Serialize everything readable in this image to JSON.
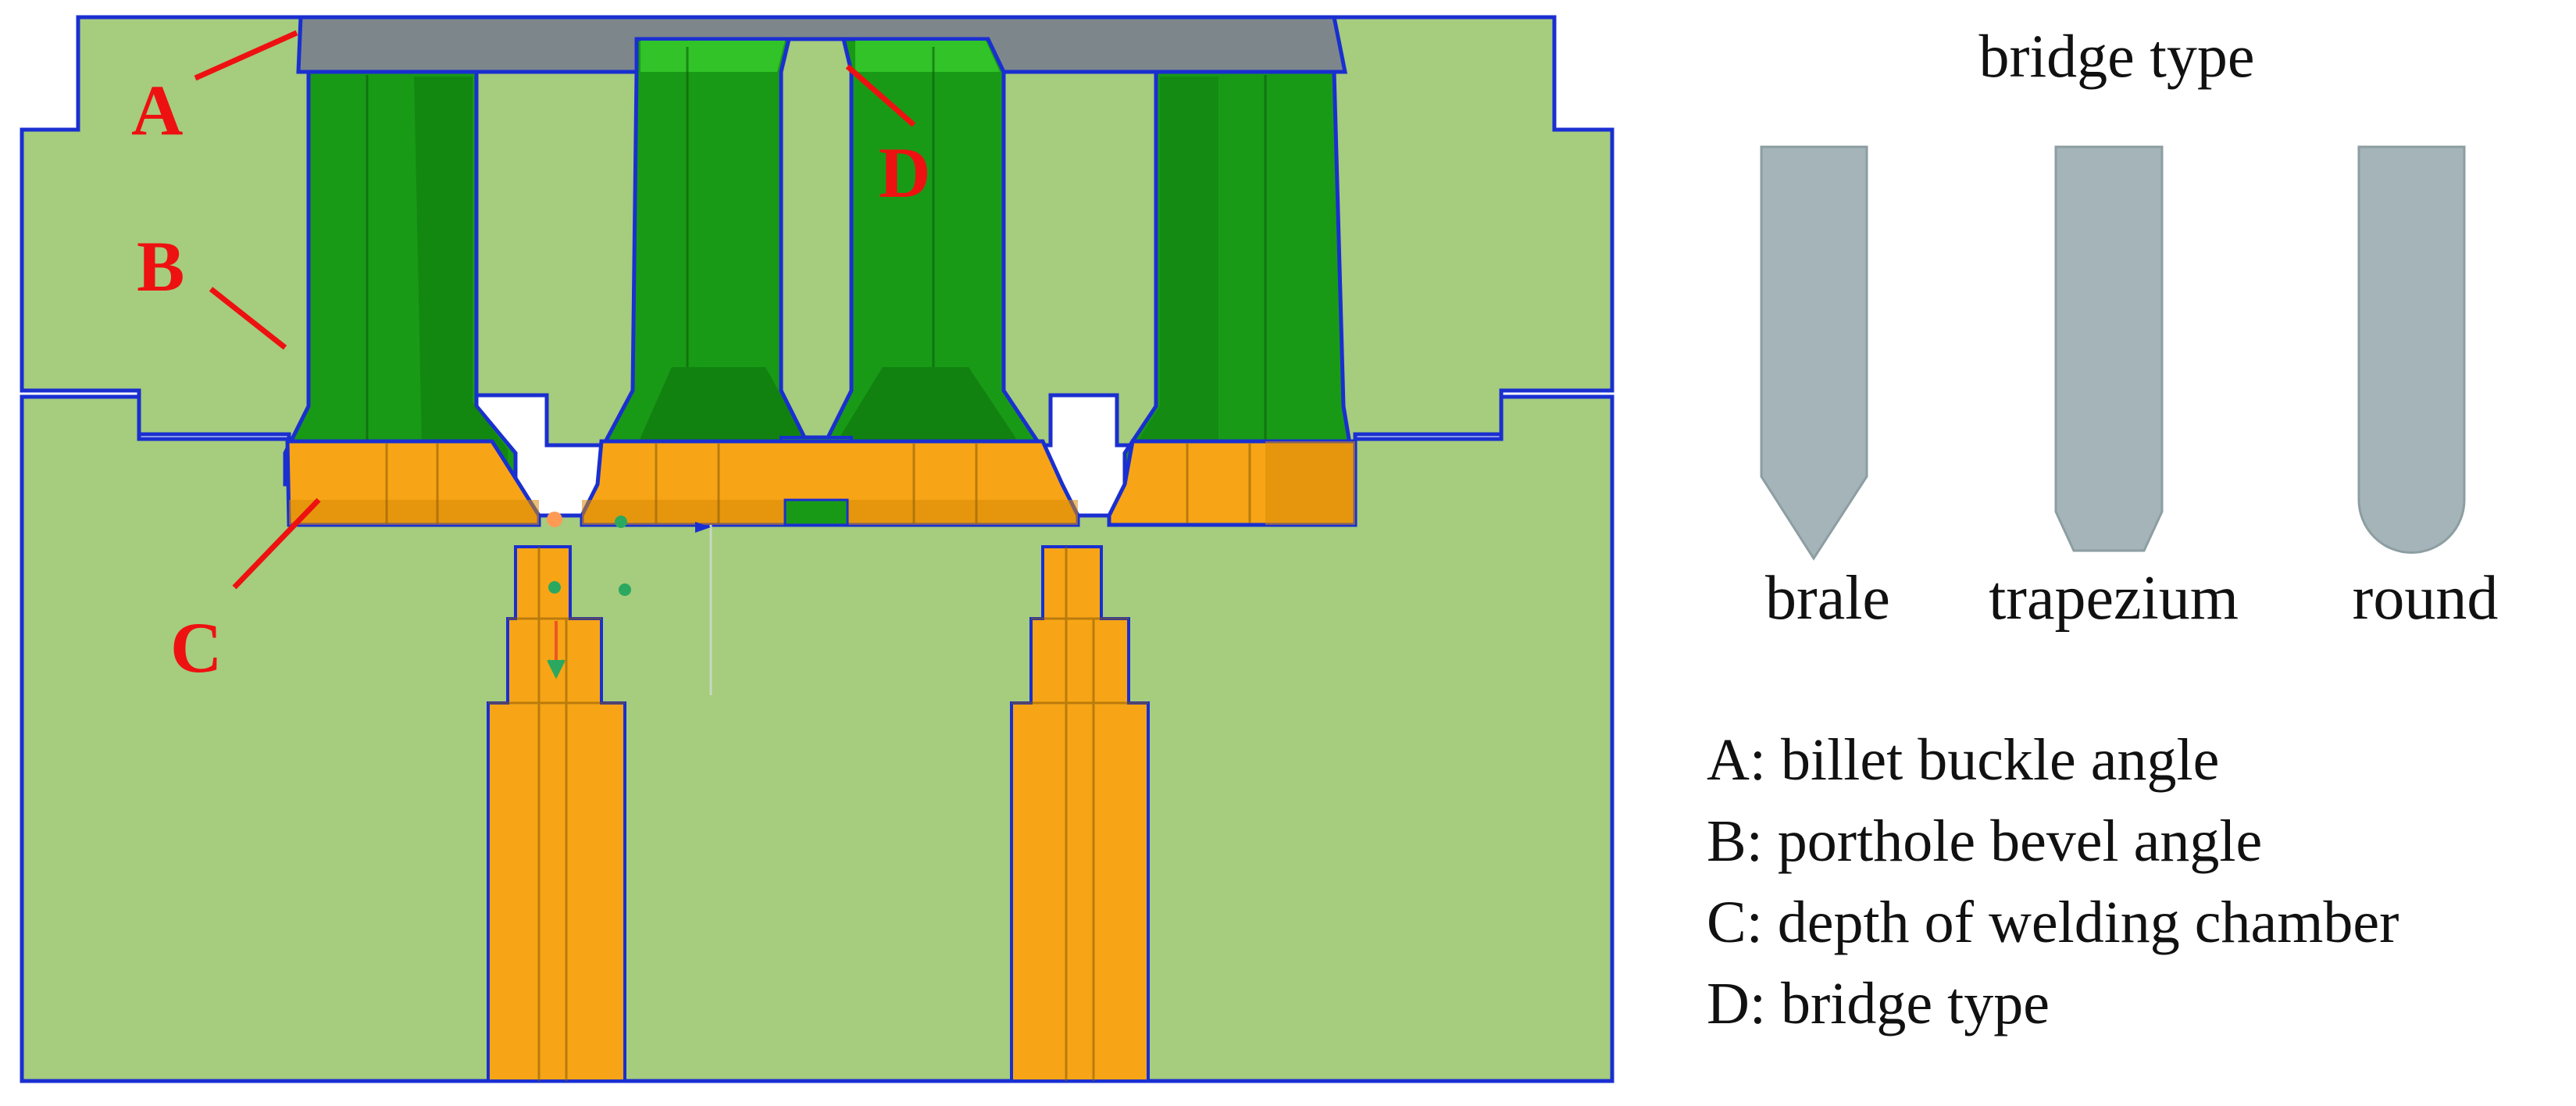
{
  "colors": {
    "die_body": "#a6cc7e",
    "die_outline": "#1a2fd0",
    "porthole_green": "#199a17",
    "porthole_green_dark": "#0f7a0d",
    "porthole_green_light": "#34c82a",
    "welding_chamber_orange": "#f7a516",
    "welding_chamber_orange_dark": "#d98a08",
    "billet_top_gray": "#7d878b",
    "bridge_gray": "#a4b4b8",
    "callout_red": "#ee1111",
    "text_black": "#111111"
  },
  "callouts": {
    "a": "A",
    "b": "B",
    "c": "C",
    "d": "D"
  },
  "bridge_panel": {
    "title": "bridge type",
    "types": [
      {
        "id": "brale",
        "label": "brale"
      },
      {
        "id": "trapezium",
        "label": "trapezium"
      },
      {
        "id": "round",
        "label": "round"
      }
    ]
  },
  "legend": [
    {
      "key": "A",
      "text": "A: billet buckle angle"
    },
    {
      "key": "B",
      "text": "B: porthole bevel angle"
    },
    {
      "key": "C",
      "text": "C: depth of welding chamber"
    },
    {
      "key": "D",
      "text": "D: bridge type"
    }
  ]
}
